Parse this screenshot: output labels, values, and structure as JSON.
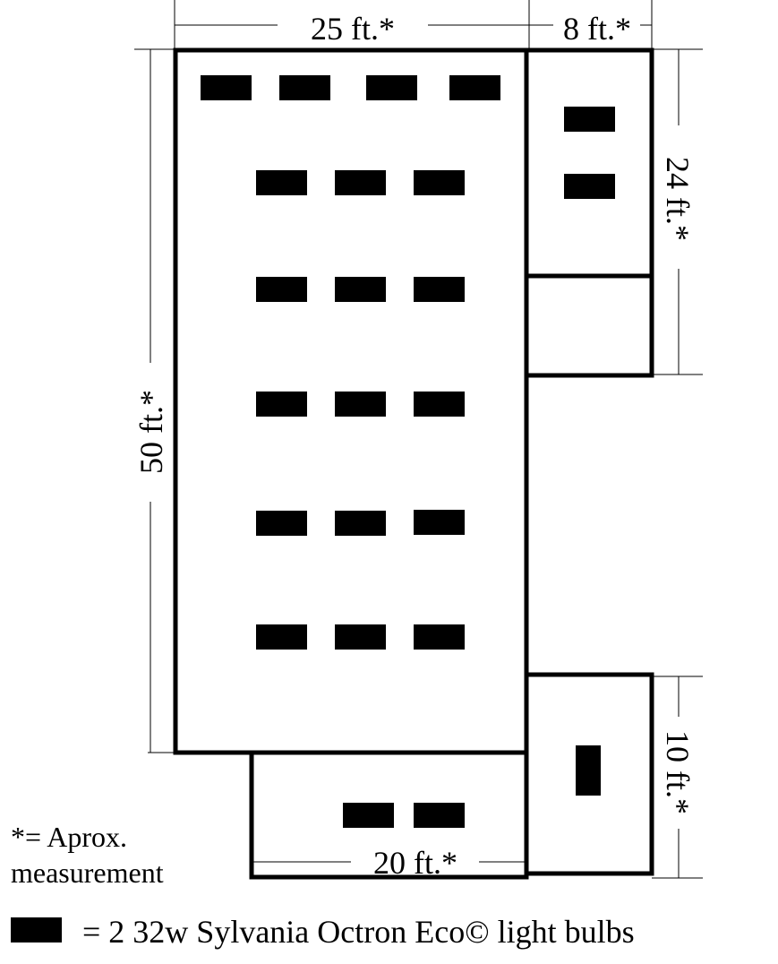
{
  "dimensions": {
    "top_main": "25 ft.*",
    "top_side": "8 ft.*",
    "left": "50 ft.*",
    "right_upper": "24 ft.*",
    "right_lower": "10 ft.*",
    "bottom": "20 ft.*"
  },
  "note": {
    "line1": "*= Aprox.",
    "line2": "measurement"
  },
  "legend": {
    "text": "= 2 32w Sylvania Octron Eco© light bulbs",
    "symbol": "light-fixture",
    "color": "#000000"
  },
  "fixture_counts": {
    "main_room": 19,
    "upper_right_room": 2,
    "bottom_room": 2,
    "lower_right_room": 1
  }
}
